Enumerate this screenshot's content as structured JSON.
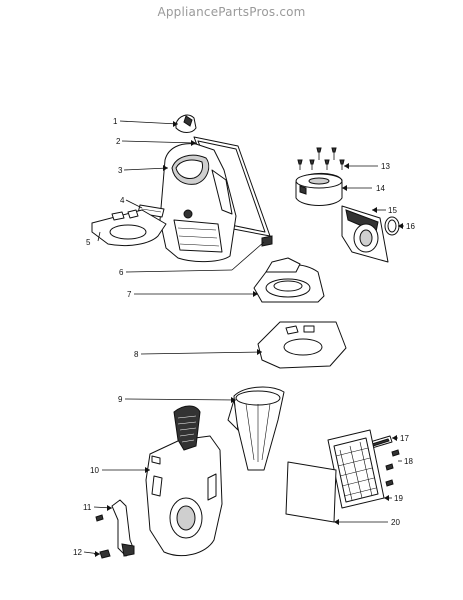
{
  "watermark": "AppliancePartsPros.com",
  "callouts": [
    {
      "id": "1",
      "label": "1"
    },
    {
      "id": "2",
      "label": "2"
    },
    {
      "id": "3",
      "label": "3"
    },
    {
      "id": "4",
      "label": "4"
    },
    {
      "id": "5",
      "label": "5"
    },
    {
      "id": "6",
      "label": "6"
    },
    {
      "id": "7",
      "label": "7"
    },
    {
      "id": "8",
      "label": "8"
    },
    {
      "id": "9",
      "label": "9"
    },
    {
      "id": "10",
      "label": "10"
    },
    {
      "id": "11",
      "label": "11"
    },
    {
      "id": "12",
      "label": "12"
    },
    {
      "id": "13",
      "label": "13"
    },
    {
      "id": "14",
      "label": "14"
    },
    {
      "id": "15",
      "label": "15"
    },
    {
      "id": "16",
      "label": "16"
    },
    {
      "id": "17",
      "label": "17"
    },
    {
      "id": "18",
      "label": "18"
    },
    {
      "id": "19",
      "label": "19"
    },
    {
      "id": "20",
      "label": "20"
    }
  ]
}
